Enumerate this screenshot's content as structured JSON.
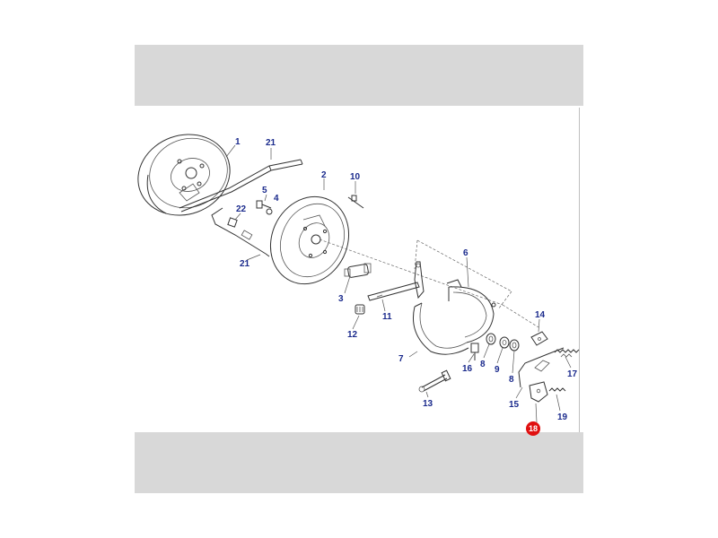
{
  "diagram": {
    "callouts": {
      "c1": "1",
      "c2": "2",
      "c3": "3",
      "c4": "4",
      "c5": "5",
      "c6": "6",
      "c7": "7",
      "c8a": "8",
      "c8b": "8",
      "c9": "9",
      "c10": "10",
      "c11": "11",
      "c12": "12",
      "c13": "13",
      "c14": "14",
      "c15": "15",
      "c16": "16",
      "c17": "17",
      "c18": "18",
      "c19": "19",
      "c21a": "21",
      "c21b": "21",
      "c22": "22"
    },
    "colors": {
      "callout_text": "#1a2a8c",
      "highlight_badge": "#e01010",
      "band": "#d8d8d8"
    }
  }
}
